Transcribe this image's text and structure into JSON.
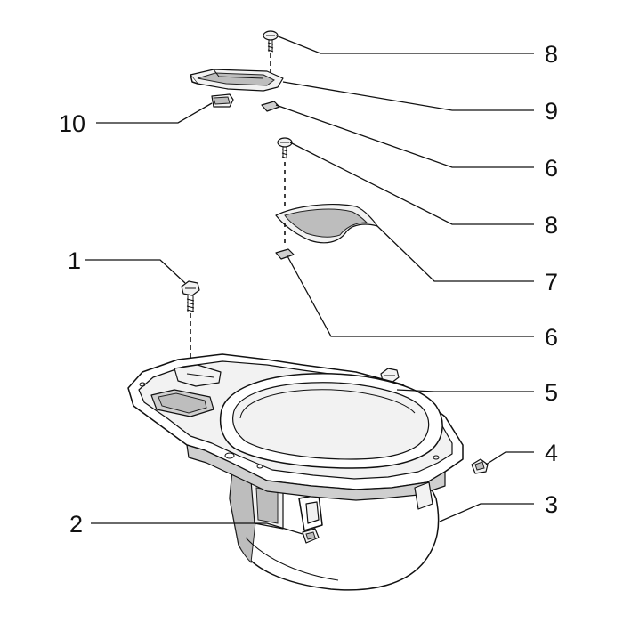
{
  "callouts": [
    {
      "id": "c8a",
      "label": "8"
    },
    {
      "id": "c9",
      "label": "9"
    },
    {
      "id": "c10",
      "label": "10"
    },
    {
      "id": "c6a",
      "label": "6"
    },
    {
      "id": "c8b",
      "label": "8"
    },
    {
      "id": "c7",
      "label": "7"
    },
    {
      "id": "c1",
      "label": "1"
    },
    {
      "id": "c6b",
      "label": "6"
    },
    {
      "id": "c5",
      "label": "5"
    },
    {
      "id": "c4",
      "label": "4"
    },
    {
      "id": "c3",
      "label": "3"
    },
    {
      "id": "c2",
      "label": "2"
    }
  ]
}
